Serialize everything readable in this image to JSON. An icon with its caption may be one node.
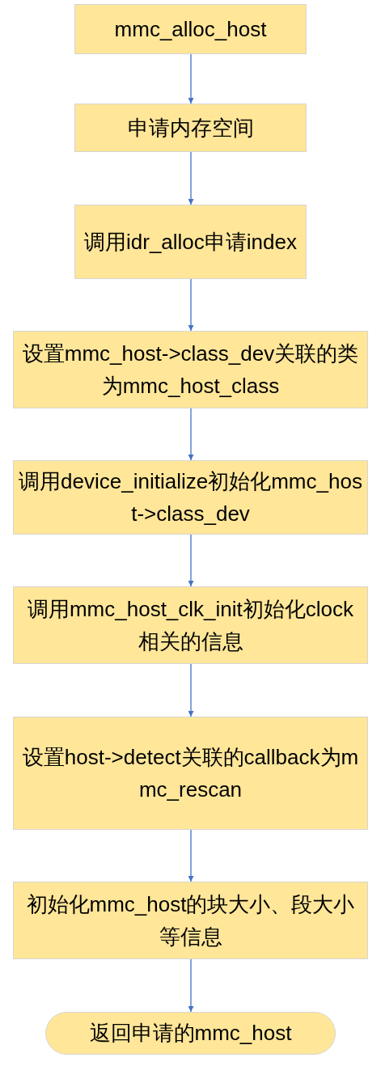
{
  "diagram": {
    "nodes": [
      {
        "text": [
          "mmc_alloc_host"
        ]
      },
      {
        "text": [
          "申请内存空间"
        ]
      },
      {
        "text": [
          "调用idr_alloc申请index"
        ]
      },
      {
        "text": [
          "设置mmc_host->class_dev关联的类为mmc_host_class"
        ]
      },
      {
        "text": [
          "调用device_initialize初始化mmc_host->class_dev"
        ]
      },
      {
        "text": [
          "调用mmc_host_clk_init初始化clock相关的信息"
        ]
      },
      {
        "text": [
          "设置host->detect关联的callback为mmc_rescan"
        ]
      },
      {
        "text": [
          "初始化mmc_host的块大小、段大小等信息"
        ]
      },
      {
        "text": [
          "返回申请的mmc_host"
        ]
      }
    ],
    "edges": [
      {
        "from": 0,
        "to": 1,
        "arrow": "to"
      },
      {
        "from": 1,
        "to": 2,
        "arrow": "to"
      },
      {
        "from": 2,
        "to": 3,
        "arrow": "to"
      },
      {
        "from": 3,
        "to": 4,
        "arrow": "to"
      },
      {
        "from": 4,
        "to": 5,
        "arrow": "to"
      },
      {
        "from": 5,
        "to": 6,
        "arrow": "to"
      },
      {
        "from": 6,
        "to": 7,
        "arrow": "to"
      },
      {
        "from": 7,
        "to": 8,
        "arrow": "to"
      }
    ]
  }
}
